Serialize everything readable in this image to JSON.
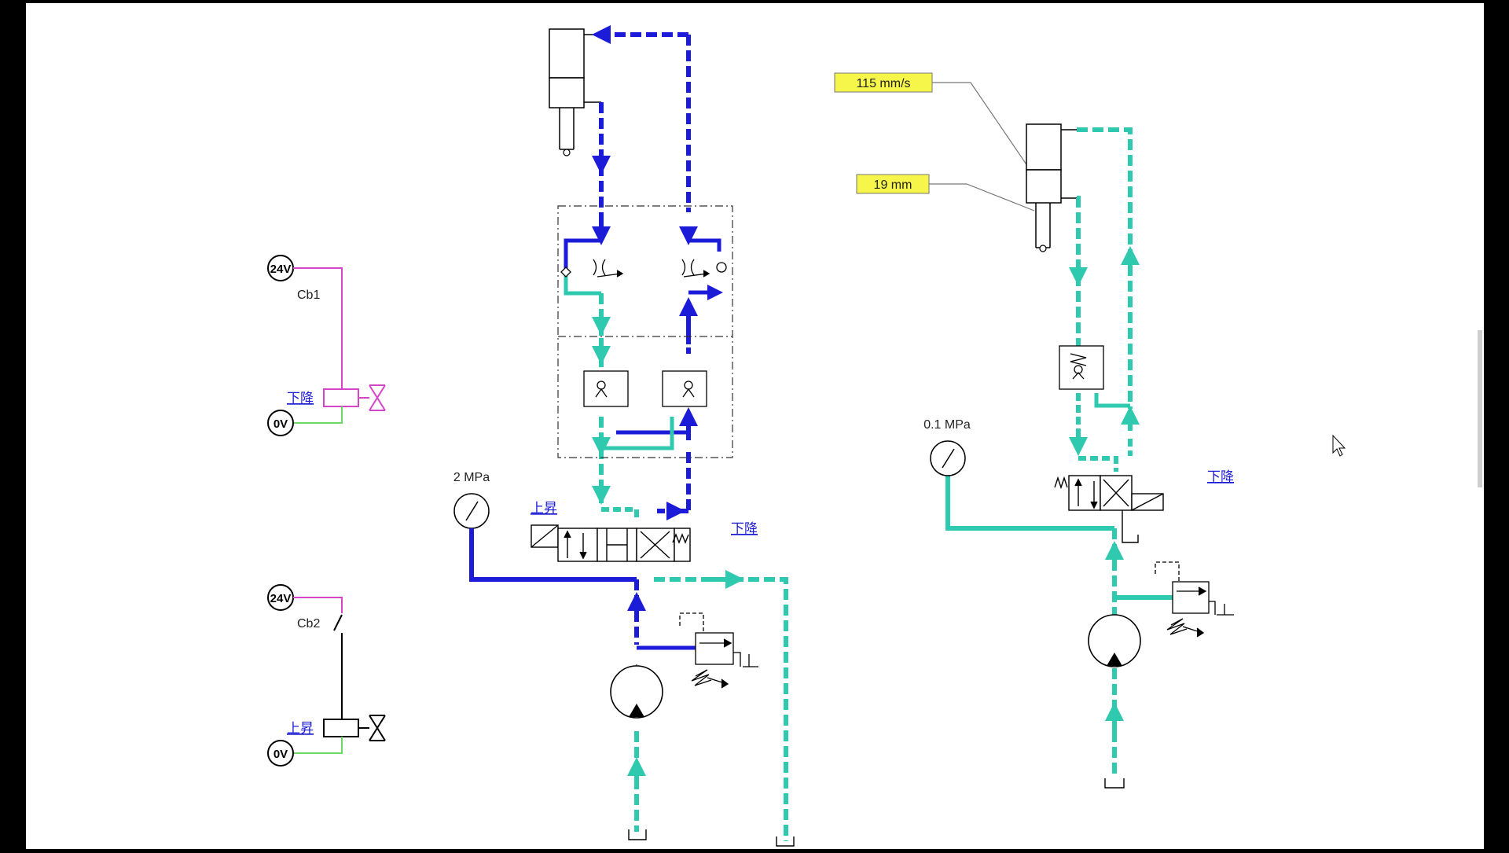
{
  "labels": {
    "speed_readout": "115 mm/s",
    "stroke_readout": "19 mm",
    "pressure_left": "2 MPa",
    "pressure_right": "0.1 MPa",
    "v24_a": "24V",
    "v24_b": "24V",
    "v0_a": "0V",
    "v0_b": "0V",
    "cb1": "Cb1",
    "cb2": "Cb2",
    "sol_cb1": "下降",
    "sol_cb2": "上昇",
    "valve_left_up": "上昇",
    "valve_left_down": "下降",
    "valve_right_down": "下降"
  },
  "colors": {
    "pressure_line": "#1b1bd8",
    "return_line": "#2fc9b0",
    "control_wire_top": "#d645c8",
    "control_wire_bottom": "#6ad865",
    "readout_bg": "#f5f54a",
    "link_text": "#1a1ad6"
  }
}
